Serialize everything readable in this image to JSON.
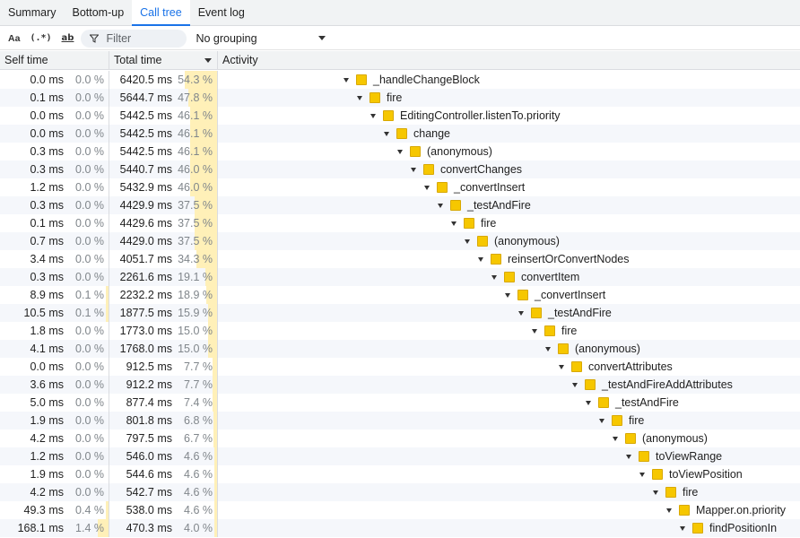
{
  "tabs": [
    {
      "label": "Summary",
      "active": false
    },
    {
      "label": "Bottom-up",
      "active": false
    },
    {
      "label": "Call tree",
      "active": true
    },
    {
      "label": "Event log",
      "active": false
    }
  ],
  "toolbar": {
    "match_case_label": "Aa",
    "regex_label": "(.*)",
    "whole_word_label": "ab",
    "filter_placeholder": "Filter",
    "grouping_value": "No grouping"
  },
  "columns": {
    "self_time": "Self time",
    "total_time": "Total time",
    "activity": "Activity"
  },
  "colors": {
    "accent": "#1a73e8",
    "bar_fill": "#fff0b8",
    "function_square": "#f6c700"
  },
  "rows": [
    {
      "self_ms": "0.0 ms",
      "self_pct": "0.0 %",
      "total_ms": "6420.5 ms",
      "total_pct": "54.3 %",
      "self_frac": 0.0,
      "total_frac": 0.543,
      "depth": 0,
      "activity": "_handleChangeBlock"
    },
    {
      "self_ms": "0.1 ms",
      "self_pct": "0.0 %",
      "total_ms": "5644.7 ms",
      "total_pct": "47.8 %",
      "self_frac": 0.0,
      "total_frac": 0.478,
      "depth": 1,
      "activity": "fire"
    },
    {
      "self_ms": "0.0 ms",
      "self_pct": "0.0 %",
      "total_ms": "5442.5 ms",
      "total_pct": "46.1 %",
      "self_frac": 0.0,
      "total_frac": 0.461,
      "depth": 2,
      "activity": "EditingController.listenTo.priority"
    },
    {
      "self_ms": "0.0 ms",
      "self_pct": "0.0 %",
      "total_ms": "5442.5 ms",
      "total_pct": "46.1 %",
      "self_frac": 0.0,
      "total_frac": 0.461,
      "depth": 3,
      "activity": "change"
    },
    {
      "self_ms": "0.3 ms",
      "self_pct": "0.0 %",
      "total_ms": "5442.5 ms",
      "total_pct": "46.1 %",
      "self_frac": 0.0,
      "total_frac": 0.461,
      "depth": 4,
      "activity": "(anonymous)"
    },
    {
      "self_ms": "0.3 ms",
      "self_pct": "0.0 %",
      "total_ms": "5440.7 ms",
      "total_pct": "46.0 %",
      "self_frac": 0.0,
      "total_frac": 0.46,
      "depth": 5,
      "activity": "convertChanges"
    },
    {
      "self_ms": "1.2 ms",
      "self_pct": "0.0 %",
      "total_ms": "5432.9 ms",
      "total_pct": "46.0 %",
      "self_frac": 0.0,
      "total_frac": 0.46,
      "depth": 6,
      "activity": "_convertInsert"
    },
    {
      "self_ms": "0.3 ms",
      "self_pct": "0.0 %",
      "total_ms": "4429.9 ms",
      "total_pct": "37.5 %",
      "self_frac": 0.0,
      "total_frac": 0.375,
      "depth": 7,
      "activity": "_testAndFire"
    },
    {
      "self_ms": "0.1 ms",
      "self_pct": "0.0 %",
      "total_ms": "4429.6 ms",
      "total_pct": "37.5 %",
      "self_frac": 0.0,
      "total_frac": 0.375,
      "depth": 8,
      "activity": "fire"
    },
    {
      "self_ms": "0.7 ms",
      "self_pct": "0.0 %",
      "total_ms": "4429.0 ms",
      "total_pct": "37.5 %",
      "self_frac": 0.0,
      "total_frac": 0.375,
      "depth": 9,
      "activity": "(anonymous)"
    },
    {
      "self_ms": "3.4 ms",
      "self_pct": "0.0 %",
      "total_ms": "4051.7 ms",
      "total_pct": "34.3 %",
      "self_frac": 0.0,
      "total_frac": 0.343,
      "depth": 10,
      "activity": "reinsertOrConvertNodes"
    },
    {
      "self_ms": "0.3 ms",
      "self_pct": "0.0 %",
      "total_ms": "2261.6 ms",
      "total_pct": "19.1 %",
      "self_frac": 0.0,
      "total_frac": 0.191,
      "depth": 11,
      "activity": "convertItem"
    },
    {
      "self_ms": "8.9 ms",
      "self_pct": "0.1 %",
      "total_ms": "2232.2 ms",
      "total_pct": "18.9 %",
      "self_frac": 0.001,
      "total_frac": 0.189,
      "depth": 12,
      "activity": "_convertInsert"
    },
    {
      "self_ms": "10.5 ms",
      "self_pct": "0.1 %",
      "total_ms": "1877.5 ms",
      "total_pct": "15.9 %",
      "self_frac": 0.001,
      "total_frac": 0.159,
      "depth": 13,
      "activity": "_testAndFire"
    },
    {
      "self_ms": "1.8 ms",
      "self_pct": "0.0 %",
      "total_ms": "1773.0 ms",
      "total_pct": "15.0 %",
      "self_frac": 0.0,
      "total_frac": 0.15,
      "depth": 14,
      "activity": "fire"
    },
    {
      "self_ms": "4.1 ms",
      "self_pct": "0.0 %",
      "total_ms": "1768.0 ms",
      "total_pct": "15.0 %",
      "self_frac": 0.0,
      "total_frac": 0.15,
      "depth": 15,
      "activity": "(anonymous)"
    },
    {
      "self_ms": "0.0 ms",
      "self_pct": "0.0 %",
      "total_ms": "912.5 ms",
      "total_pct": "7.7 %",
      "self_frac": 0.0,
      "total_frac": 0.077,
      "depth": 16,
      "activity": "convertAttributes"
    },
    {
      "self_ms": "3.6 ms",
      "self_pct": "0.0 %",
      "total_ms": "912.2 ms",
      "total_pct": "7.7 %",
      "self_frac": 0.0,
      "total_frac": 0.077,
      "depth": 17,
      "activity": "_testAndFireAddAttributes"
    },
    {
      "self_ms": "5.0 ms",
      "self_pct": "0.0 %",
      "total_ms": "877.4 ms",
      "total_pct": "7.4 %",
      "self_frac": 0.0,
      "total_frac": 0.074,
      "depth": 18,
      "activity": "_testAndFire"
    },
    {
      "self_ms": "1.9 ms",
      "self_pct": "0.0 %",
      "total_ms": "801.8 ms",
      "total_pct": "6.8 %",
      "self_frac": 0.0,
      "total_frac": 0.068,
      "depth": 19,
      "activity": "fire"
    },
    {
      "self_ms": "4.2 ms",
      "self_pct": "0.0 %",
      "total_ms": "797.5 ms",
      "total_pct": "6.7 %",
      "self_frac": 0.0,
      "total_frac": 0.067,
      "depth": 20,
      "activity": "(anonymous)"
    },
    {
      "self_ms": "1.2 ms",
      "self_pct": "0.0 %",
      "total_ms": "546.0 ms",
      "total_pct": "4.6 %",
      "self_frac": 0.0,
      "total_frac": 0.046,
      "depth": 21,
      "activity": "toViewRange"
    },
    {
      "self_ms": "1.9 ms",
      "self_pct": "0.0 %",
      "total_ms": "544.6 ms",
      "total_pct": "4.6 %",
      "self_frac": 0.0,
      "total_frac": 0.046,
      "depth": 22,
      "activity": "toViewPosition"
    },
    {
      "self_ms": "4.2 ms",
      "self_pct": "0.0 %",
      "total_ms": "542.7 ms",
      "total_pct": "4.6 %",
      "self_frac": 0.0,
      "total_frac": 0.046,
      "depth": 23,
      "activity": "fire"
    },
    {
      "self_ms": "49.3 ms",
      "self_pct": "0.4 %",
      "total_ms": "538.0 ms",
      "total_pct": "4.6 %",
      "self_frac": 0.004,
      "total_frac": 0.046,
      "depth": 24,
      "activity": "Mapper.on.priority"
    },
    {
      "self_ms": "168.1 ms",
      "self_pct": "1.4 %",
      "total_ms": "470.3 ms",
      "total_pct": "4.0 %",
      "self_frac": 0.014,
      "total_frac": 0.04,
      "depth": 25,
      "activity": "findPositionIn"
    }
  ]
}
